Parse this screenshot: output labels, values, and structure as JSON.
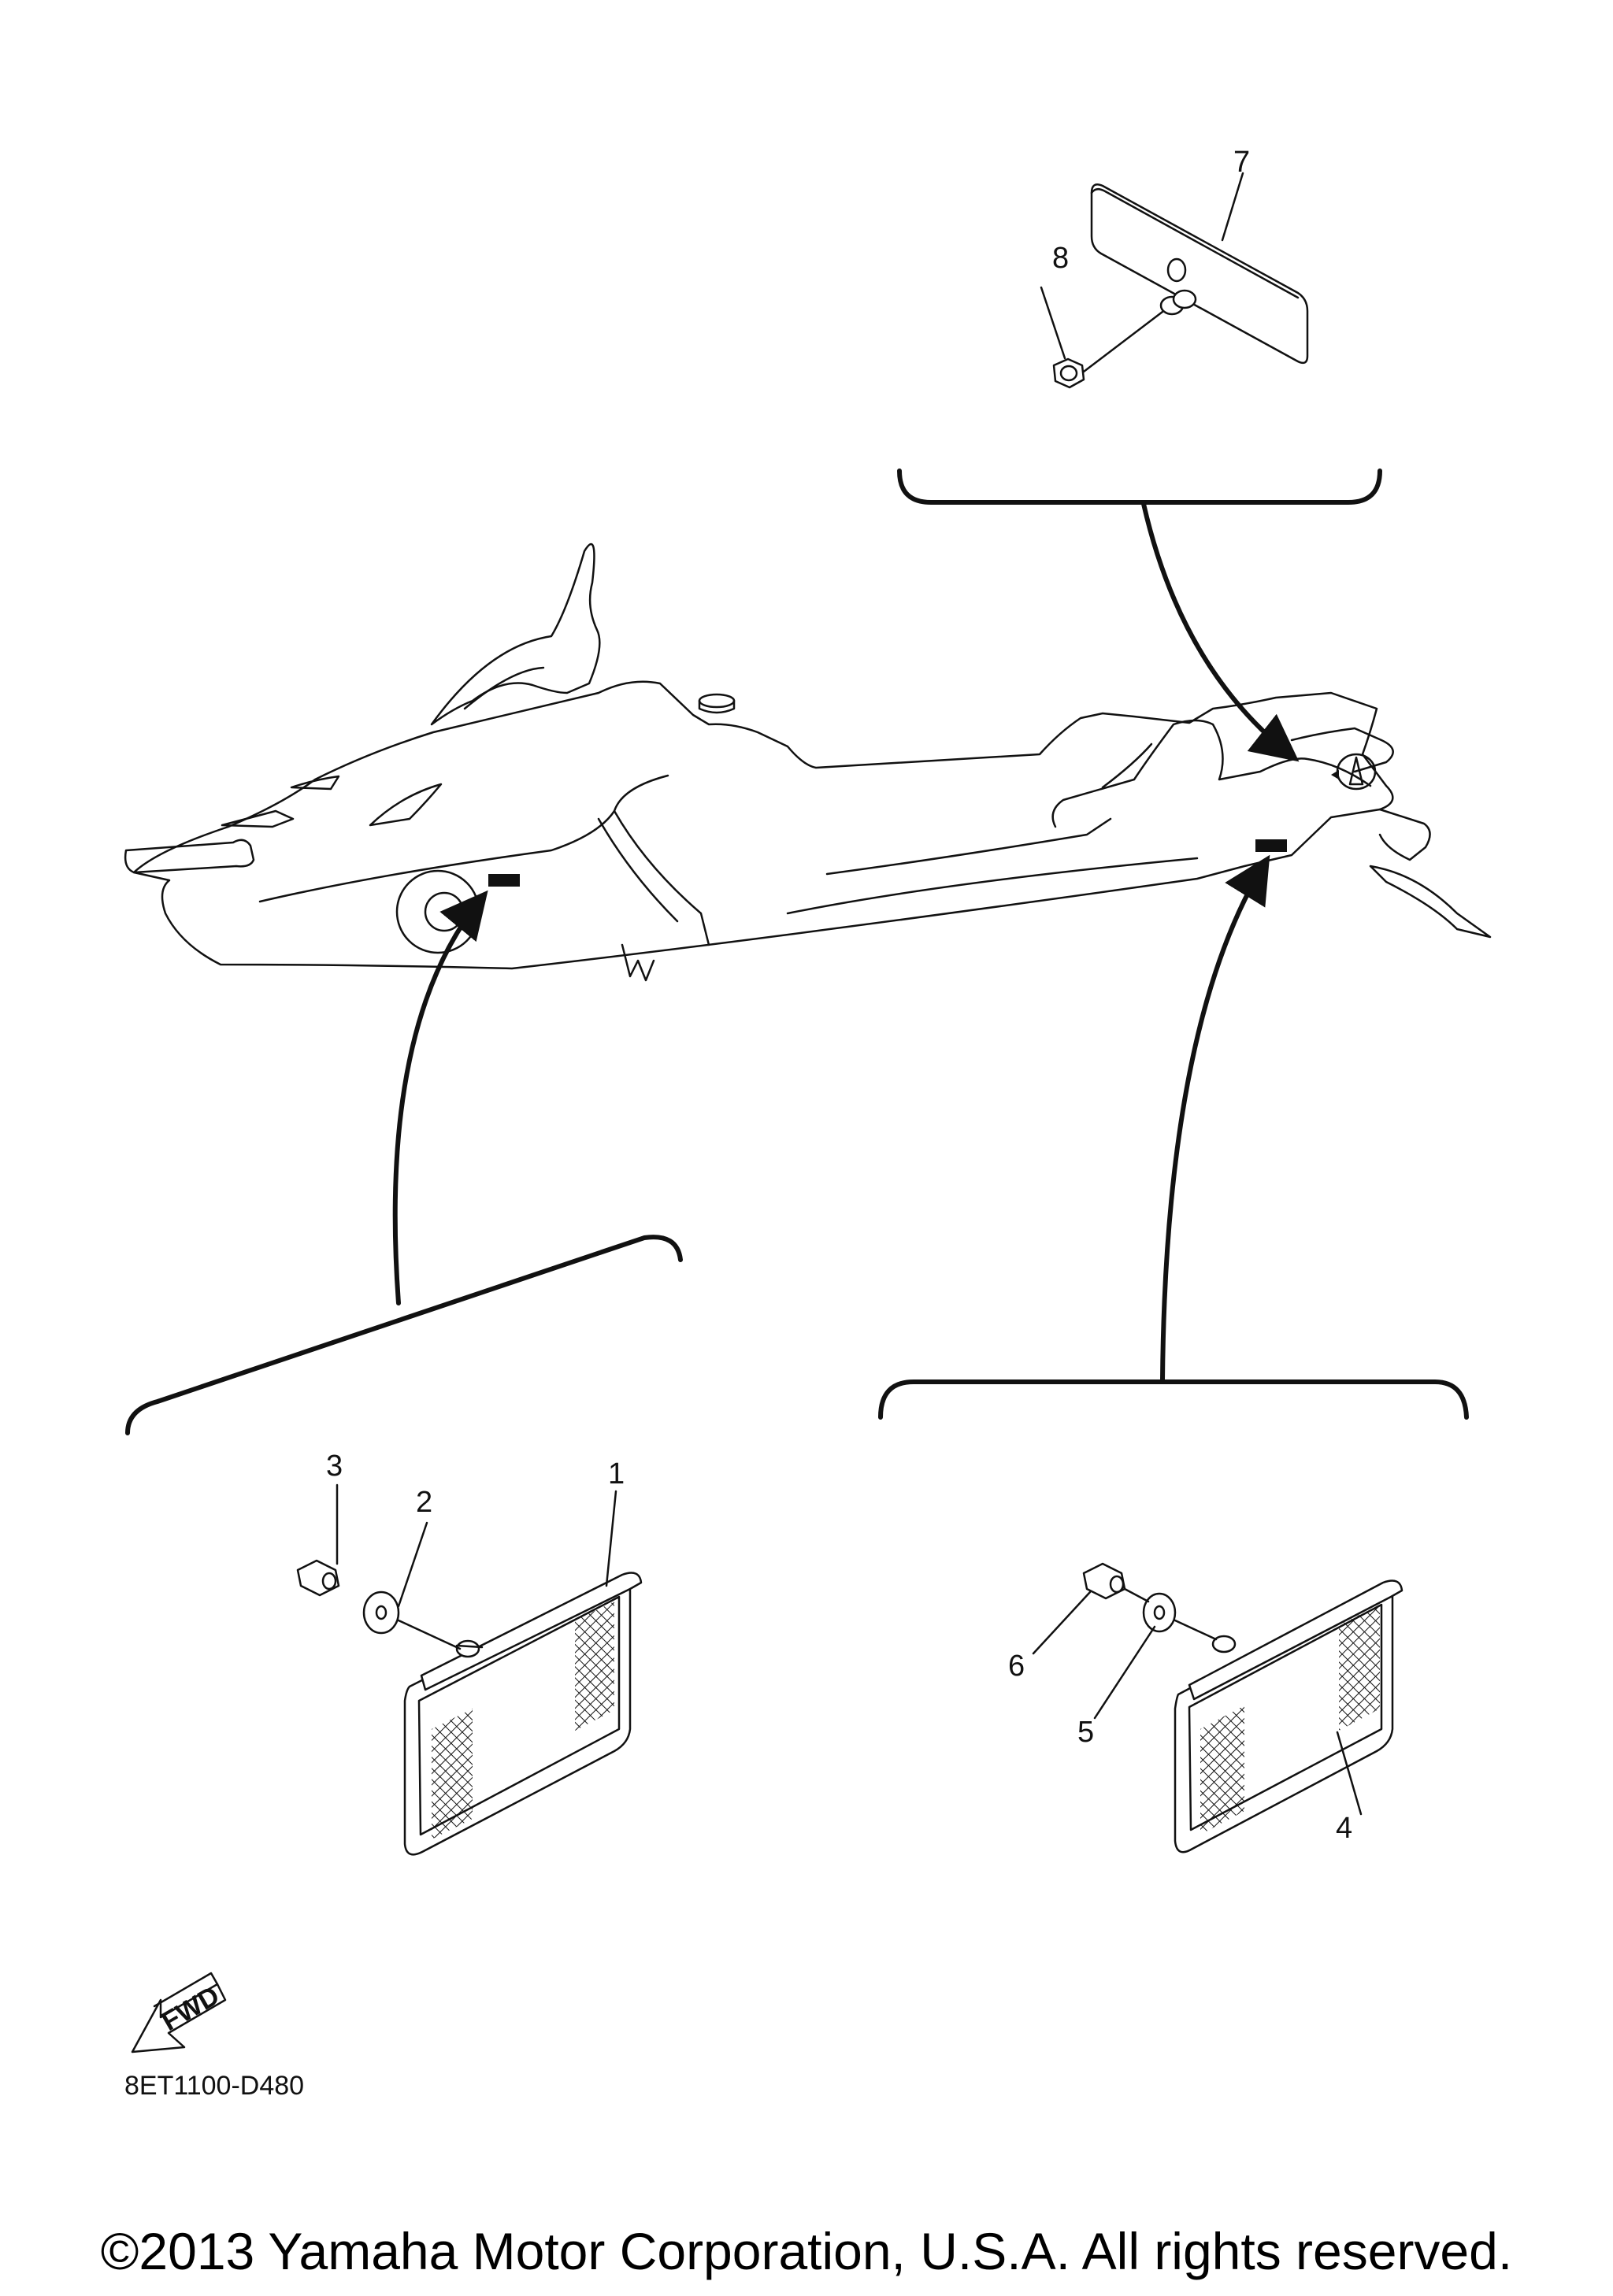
{
  "callouts": [
    {
      "id": "1",
      "text": "1"
    },
    {
      "id": "2",
      "text": "2"
    },
    {
      "id": "3",
      "text": "3"
    },
    {
      "id": "4",
      "text": "4"
    },
    {
      "id": "5",
      "text": "5"
    },
    {
      "id": "6",
      "text": "6"
    },
    {
      "id": "7",
      "text": "7"
    },
    {
      "id": "8",
      "text": "8"
    }
  ],
  "fwd_label": "FWD",
  "diagram_code": "8ET1100-D480",
  "copyright": "©2013 Yamaha Motor Corporation, U.S.A. All rights reserved."
}
